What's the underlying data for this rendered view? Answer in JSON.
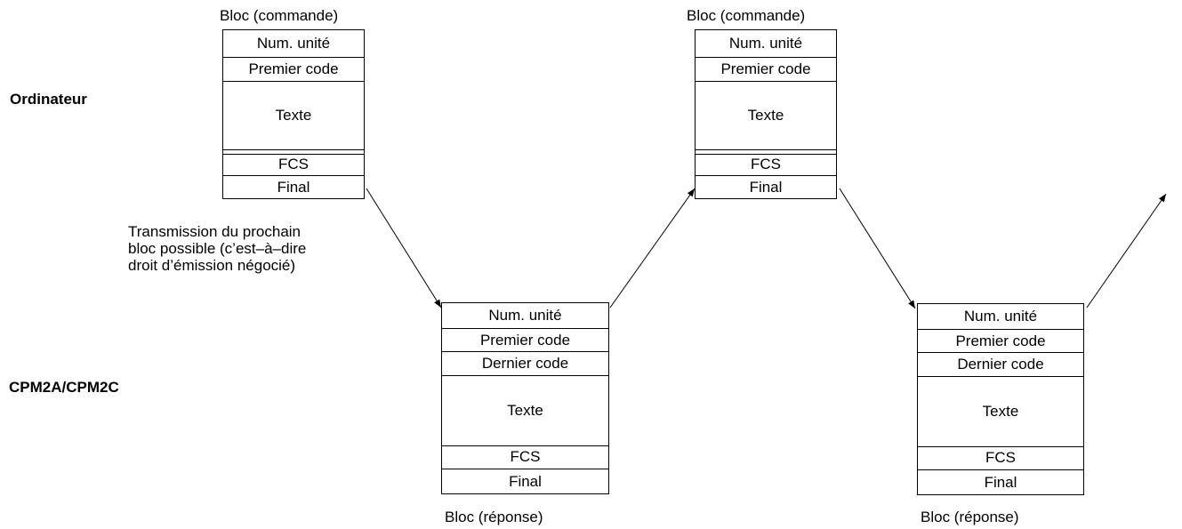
{
  "labels": {
    "computer": "Ordinateur",
    "plc": "CPM2A/CPM2C",
    "command_block": "Bloc (commande)",
    "response_block": "Bloc (réponse)",
    "note_lines": [
      "Transmission du prochain",
      "bloc possible (c’est–à–dire",
      "droit d’émission négocié)"
    ]
  },
  "blocks": [
    {
      "role": "command",
      "title": "Bloc (commande)",
      "fields": [
        "Num. unité",
        "Premier code",
        "Texte",
        "",
        "FCS",
        "Final"
      ]
    },
    {
      "role": "response",
      "title": "Bloc (réponse)",
      "fields": [
        "Num. unité",
        "Premier code",
        "Dernier code",
        "Texte",
        "FCS",
        "Final"
      ]
    },
    {
      "role": "command",
      "title": "Bloc (commande)",
      "fields": [
        "Num. unité",
        "Premier code",
        "Texte",
        "",
        "FCS",
        "Final"
      ]
    },
    {
      "role": "response",
      "title": "Bloc (réponse)",
      "fields": [
        "Num. unité",
        "Premier code",
        "Dernier code",
        "Texte",
        "FCS",
        "Final"
      ]
    }
  ]
}
